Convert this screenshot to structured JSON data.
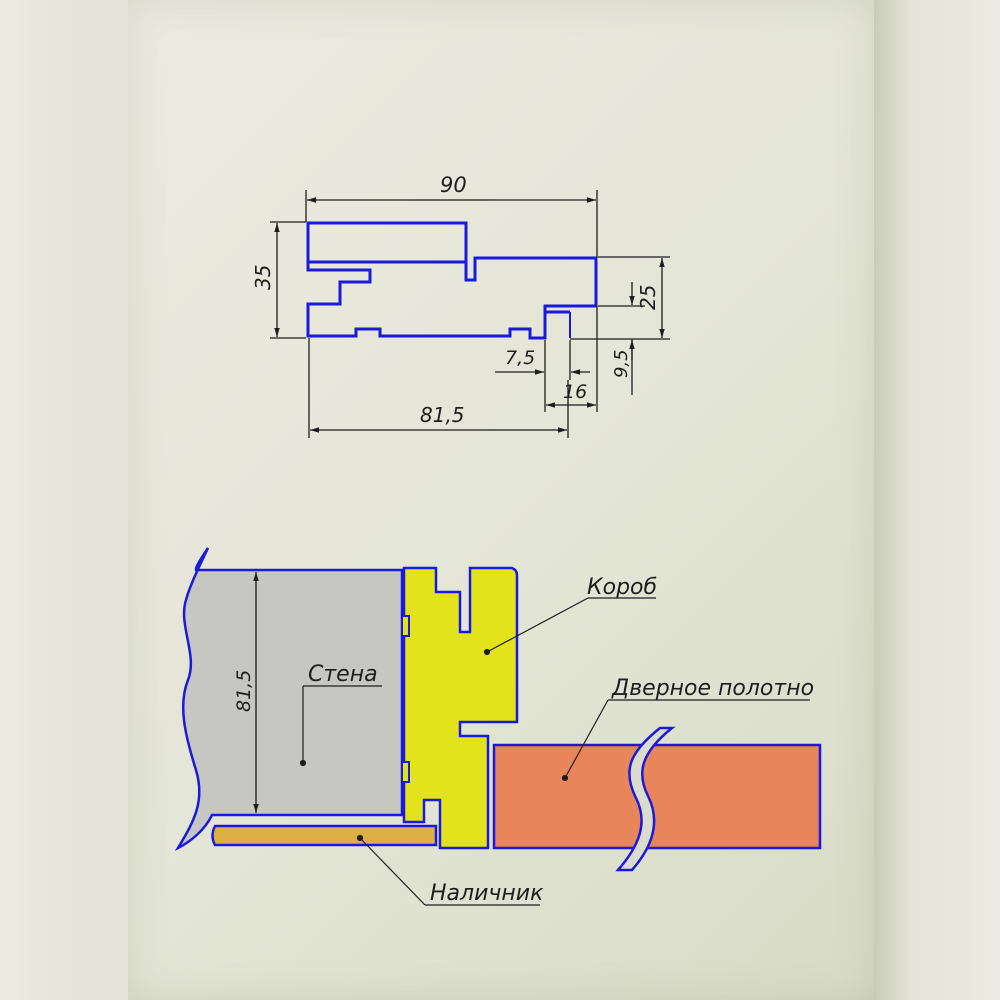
{
  "drawing": {
    "profile_dimensions": {
      "width_total": "90",
      "height_total": "35",
      "height_right": "25",
      "offset_bottom": "9,5",
      "width_step": "7,5",
      "width_quarter": "16",
      "width_lower": "81,5"
    },
    "assembly": {
      "wall_dimension": "81,5",
      "labels": {
        "box": "Короб",
        "wall": "Стена",
        "door_leaf": "Дверное полотно",
        "casing": "Наличник"
      }
    }
  },
  "colors": {
    "outline": "#1a1adc",
    "dimension_line": "#1e1e1e",
    "wall_fill": "#c6c7c2",
    "box_fill": "#e3e31c",
    "casing_fill": "#dcb043",
    "door_fill": "#e8855a"
  }
}
